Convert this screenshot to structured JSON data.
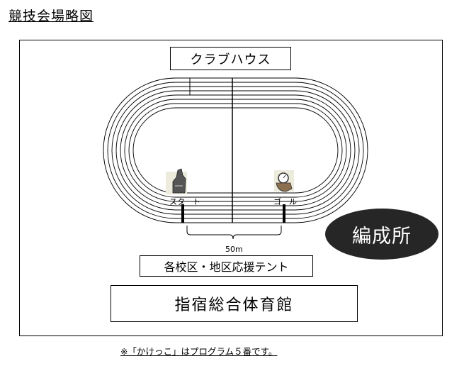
{
  "title": "競技会場略図",
  "clubhouse": "クラブハウス",
  "start_label": "スタート",
  "goal_label": "ゴール",
  "distance_label": "50m",
  "tent_label": "各校区・地区応援テント",
  "gym_label": "指宿総合体育館",
  "office_label": "編成所",
  "footnote": "※「かけっこ」はプログラム５番です。",
  "icons": {
    "start": "starter-pistol-hand-icon",
    "goal": "stopwatch-hand-icon"
  }
}
